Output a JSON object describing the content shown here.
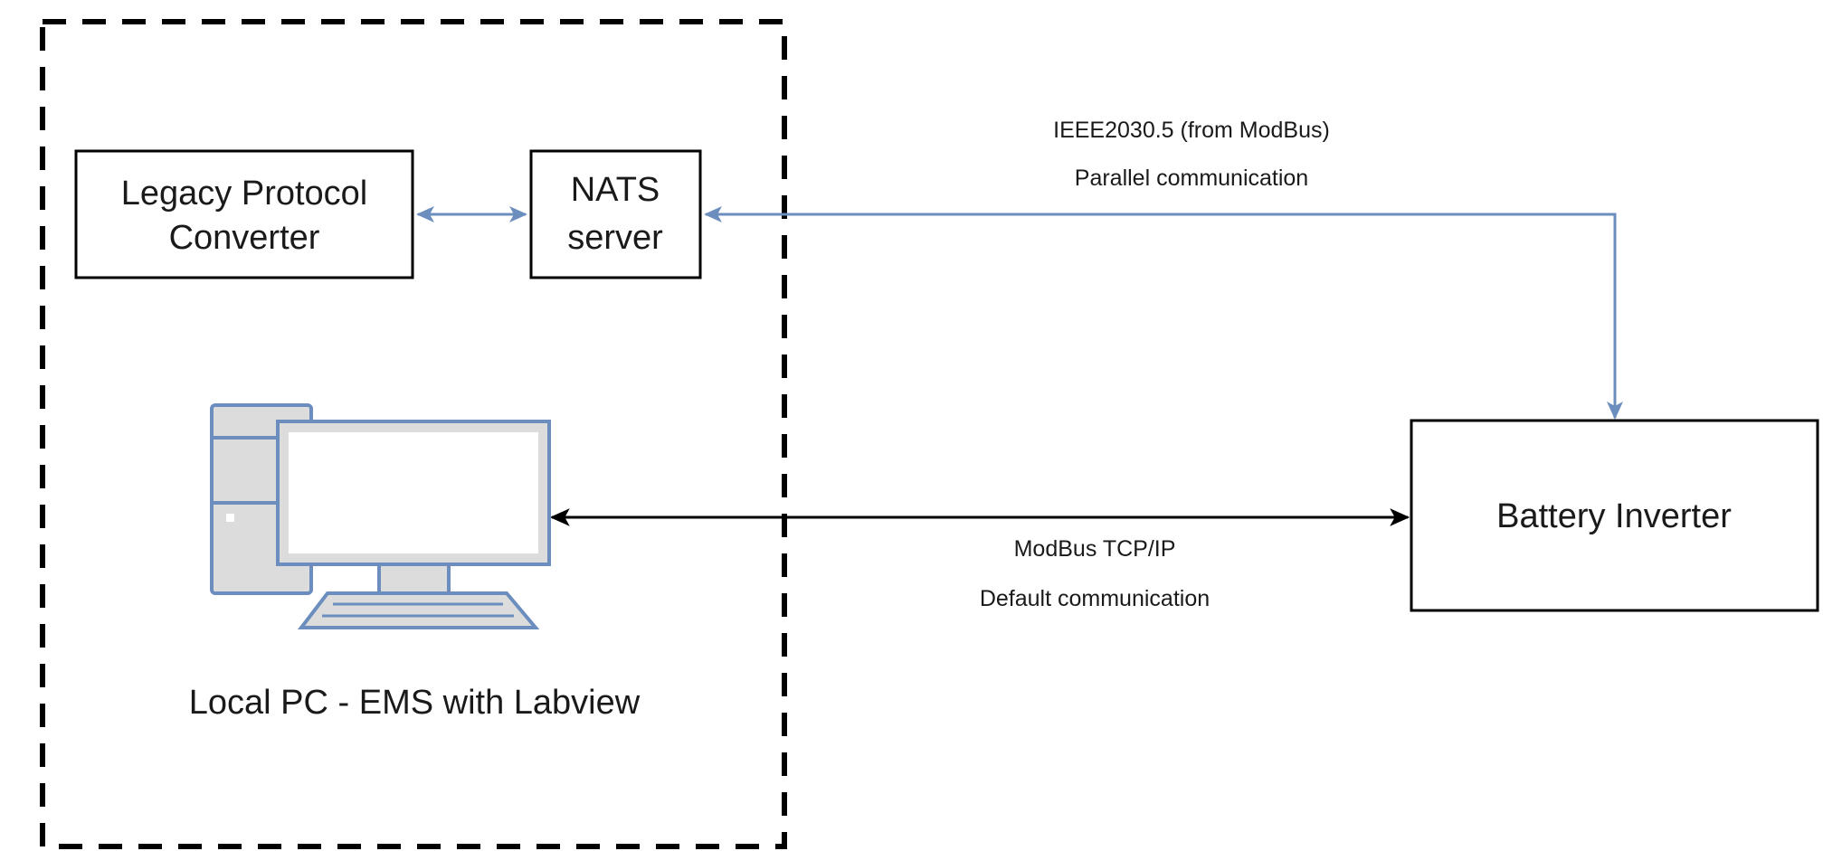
{
  "nodes": {
    "legacy_converter": {
      "line1": "Legacy Protocol",
      "line2": "Converter"
    },
    "nats_server": {
      "line1": "NATS",
      "line2": "server"
    },
    "battery_inverter": {
      "label": "Battery Inverter"
    },
    "local_pc": {
      "caption": "Local PC - EMS with Labview",
      "icon": "desktop-computer-icon"
    }
  },
  "edges": {
    "ieee": {
      "line1": "IEEE2030.5 (from ModBus)",
      "line2": "Parallel communication"
    },
    "modbus": {
      "line1": "ModBus TCP/IP",
      "line2": "Default communication"
    }
  },
  "colors": {
    "ieee_link": "#6c8ebf",
    "modbus_link": "#000000",
    "node_border": "#000000",
    "computer_stroke": "#6c8ebf",
    "computer_fill": "#dcdcdc",
    "boundary": "#000000"
  }
}
